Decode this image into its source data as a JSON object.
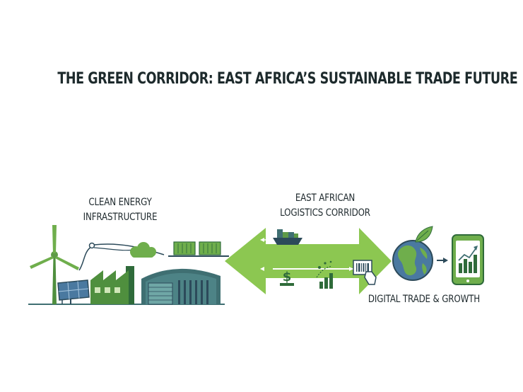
{
  "title": "THE GREEN CORRIDOR: EAST AFRICA’S SUSTAINABLE TRADE FUTURE",
  "sections": {
    "energy": {
      "line1": "CLEAN ENERGY",
      "line2": "INFRASTRUCTURE"
    },
    "corridor": {
      "line1": "EAST AFRICAN",
      "line2": "LOGISTICS CORRIDOR"
    },
    "digital": {
      "line1": "DIGITAL TRADE & GROWTH"
    }
  },
  "icons": {
    "dollar": "$"
  },
  "colors": {
    "green_light": "#8cc751",
    "green_mid": "#5e9a47",
    "green_dark": "#2f6b3a",
    "teal": "#3f6f72",
    "navy": "#2c4a5a"
  }
}
